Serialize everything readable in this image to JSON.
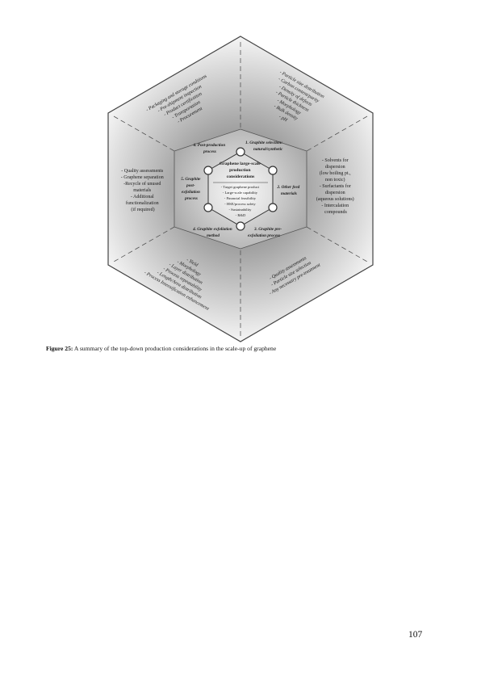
{
  "diagram": {
    "center": {
      "title_lines": [
        "Graphene large-scale",
        "production",
        "considerations"
      ],
      "items": [
        "- Target graphene product",
        "- Large-scale capability",
        "- Financial feasibility",
        "- HSE/process safety",
        "- Sustainability",
        "- R&D"
      ]
    },
    "stages": [
      {
        "lines": [
          "1. Graphite selection:",
          "natural/synthetic"
        ]
      },
      {
        "lines": [
          "2. Other feed",
          "materials"
        ]
      },
      {
        "lines": [
          "3. Graphite pre-",
          "exfoliation process"
        ]
      },
      {
        "lines": [
          "4. Graphite exfoliation",
          "method"
        ]
      },
      {
        "lines": [
          "5. Graphite",
          "post-",
          "exfoliation",
          "process"
        ]
      },
      {
        "lines": [
          "6. Post-production",
          "process"
        ]
      }
    ],
    "outer": {
      "top_right": [
        "- Particle size distribution",
        "- Carbon content/purity",
        "- Density of defects",
        "- Particle thickness",
        "- Morphology",
        "- Bulk density",
        "- pH"
      ],
      "right": [
        "- Solvents for",
        "dispersion",
        "(low boiling pt.,",
        "non toxic)",
        "- Surfactants for",
        "dispersion",
        "(aqueous solutions)",
        "- Intercalation",
        "compounds"
      ],
      "bottom_right": [
        "- Quality assessments",
        "- Particle size selection",
        "- Any necessary pre-treatment"
      ],
      "bottom_left": [
        "- Yield",
        "- Morphology",
        "- Layer distribution",
        "- Process repeatability",
        "- Length/Area distribution",
        "- Process Intensification enhancement"
      ],
      "left": [
        "- Quality assessments",
        "- Graphene separation",
        "-Recycle of unused",
        "materials",
        "- Additional",
        "functionalization",
        "(if required)"
      ],
      "top_left": [
        "- Packaging and storage conditions",
        "- Pre-shipment inspection",
        "- Product certification",
        "- Transportation",
        "- Procurement"
      ]
    }
  },
  "caption": {
    "label": "Figure 25:",
    "text": " A summary of the top-down production considerations in the scale-up of graphene"
  },
  "page_number": "107",
  "colors": {
    "outer_fill": "#f4f4f4",
    "inner_fill": "#b8b8b8",
    "outline": "#444444",
    "dashed": "#555555"
  }
}
